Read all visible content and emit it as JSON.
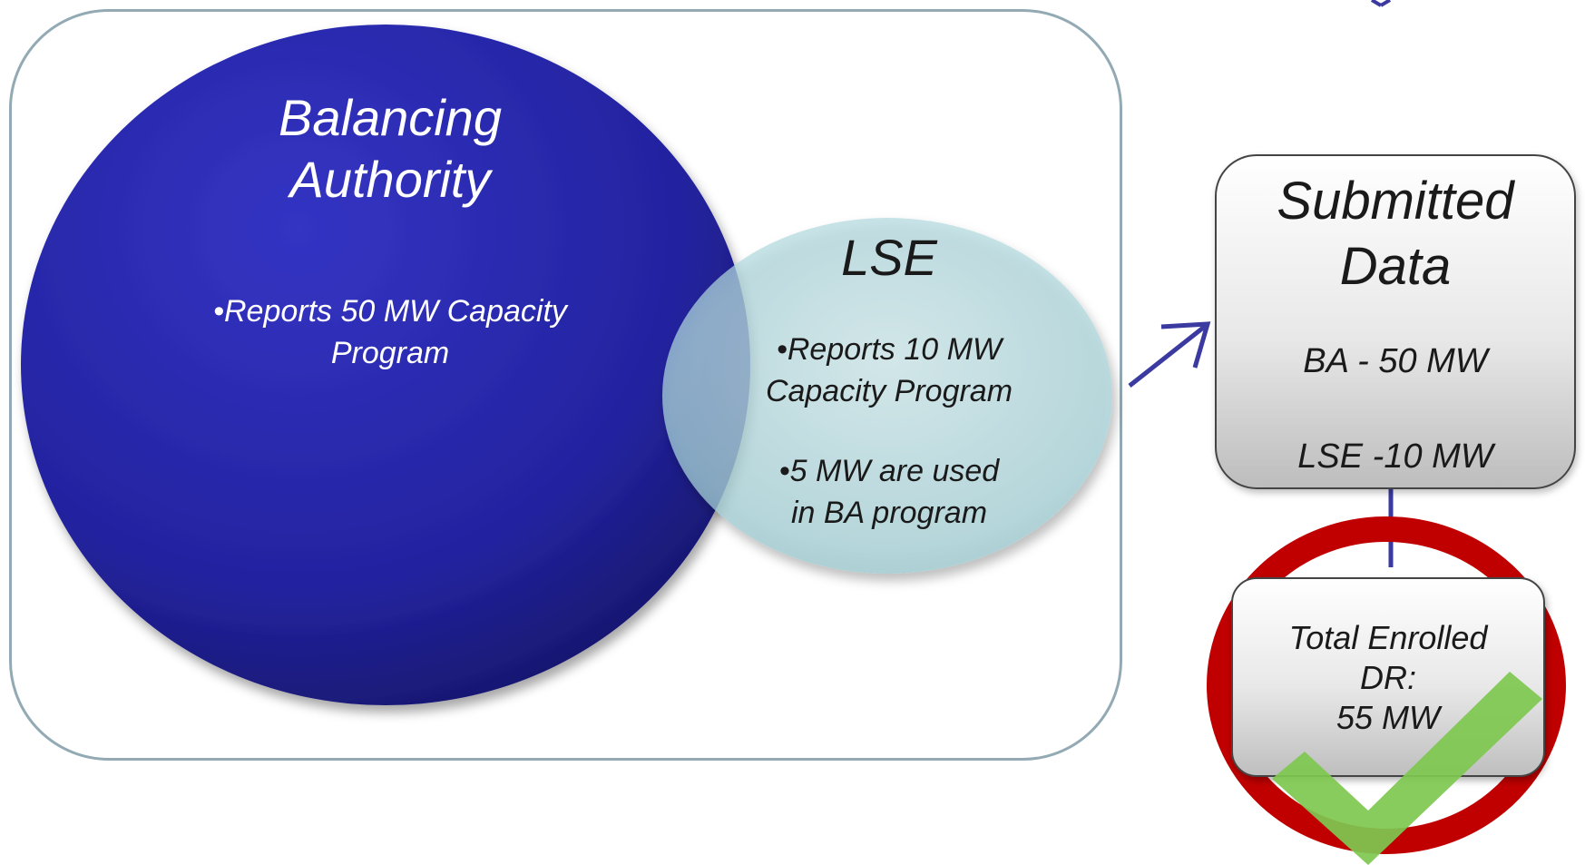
{
  "balancing_authority": {
    "title_line1": "Balancing",
    "title_line2": "Authority",
    "bullet_line1": "•Reports 50 MW Capacity",
    "bullet_line2": "Program"
  },
  "lse": {
    "title": "LSE",
    "bullet1_line1": "•Reports 10 MW",
    "bullet1_line2": "Capacity Program",
    "bullet2_line1": "•5 MW are used",
    "bullet2_line2": "in  BA program"
  },
  "submitted": {
    "title_line1": "Submitted",
    "title_line2": "Data",
    "ba_value": "BA - 50 MW",
    "lse_value": "LSE -10 MW"
  },
  "total": {
    "line1": "Total Enrolled",
    "line2": "DR:",
    "line3": "55 MW"
  },
  "colors": {
    "ba_circle": "#2a2aa8",
    "lse_circle": "#a8d3d8",
    "arrow": "#3a3aa0",
    "ring": "#c00000",
    "check": "#7ec850",
    "outer_border": "#93a9b3"
  }
}
